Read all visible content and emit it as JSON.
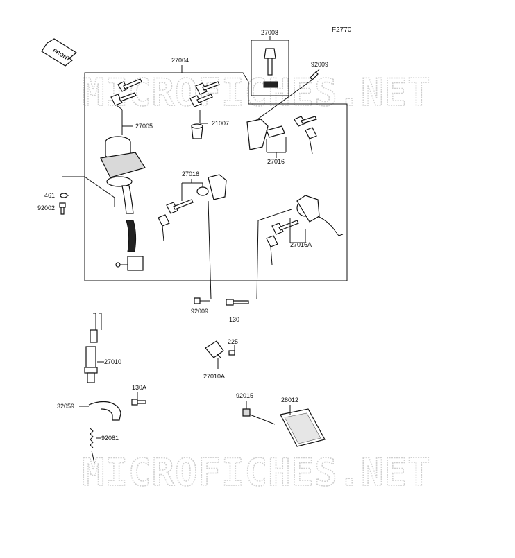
{
  "figure_code": "F2770",
  "front_badge": "FRONT",
  "watermark": "MICROFICHES.NET",
  "watermark_2": "MICROFICHES.NET",
  "labels": {
    "p27008": "27008",
    "p27004": "27004",
    "p92009_top": "92009",
    "p27005": "27005",
    "p21007": "21007",
    "p27016_right": "27016",
    "p27016_mid": "27016",
    "p461": "461",
    "p92002": "92002",
    "p27016A": "27016A",
    "p92009_bottom": "92009",
    "p130": "130",
    "p225": "225",
    "p27010": "27010",
    "p27010A": "27010A",
    "p130A": "130A",
    "p32059": "32059",
    "p92015": "92015",
    "p28012": "28012",
    "p92081": "92081"
  }
}
